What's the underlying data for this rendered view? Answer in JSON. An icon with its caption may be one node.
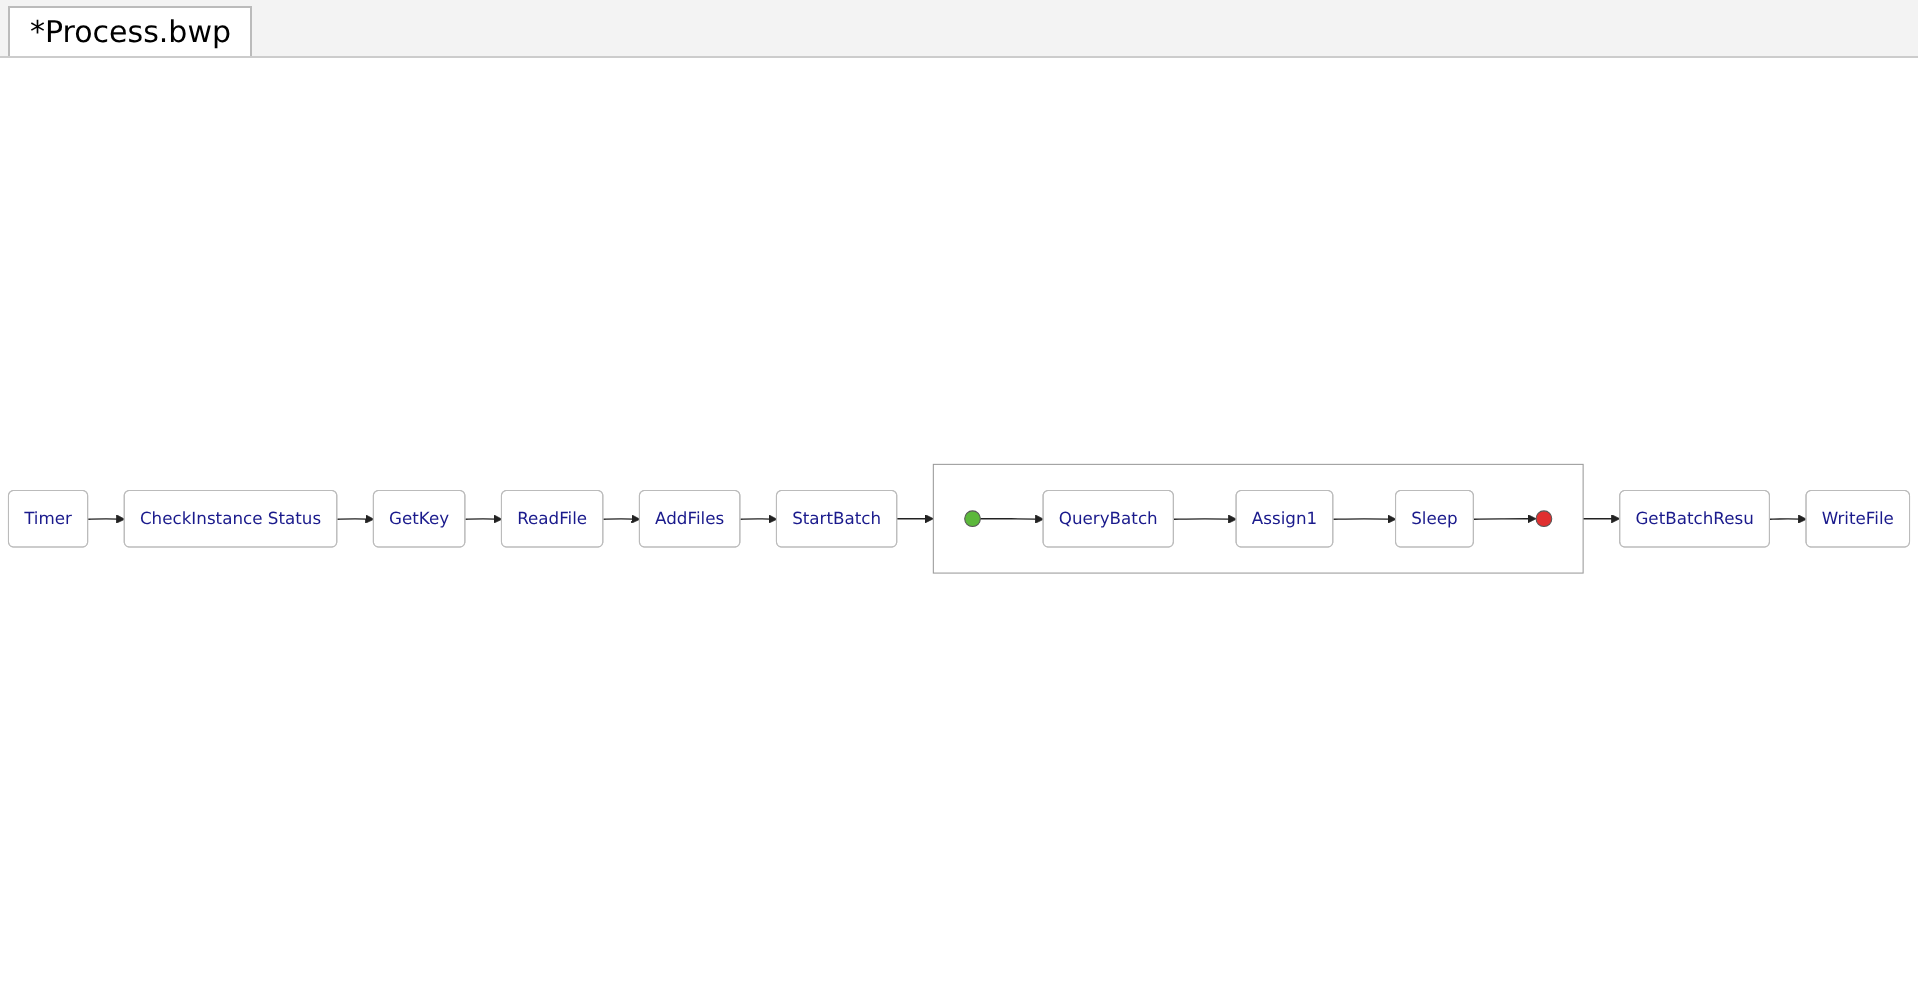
{
  "diagram": {
    "nodes": [
      {
        "text": [
          "Timer"
        ]
      },
      {
        "text": [
          "CheckInstance Status"
        ]
      },
      {
        "text": [
          "GetKey"
        ]
      },
      {
        "text": [
          "ReadFile"
        ]
      },
      {
        "text": [
          "AddFiles"
        ]
      },
      {
        "text": [
          "StartBatch"
        ]
      },
      {
        "text": [
          "WriteFile"
        ]
      },
      {
        "text": [
          "GetBatchResu"
        ]
      },
      {
        "text": [],
        "shape": "box"
      },
      {
        "text": [],
        "shape": "circle",
        "in": 8
      },
      {
        "text": [
          "QueryBatch"
        ],
        "in": 8
      },
      {
        "text": [
          "Assign1"
        ],
        "in": 8
      },
      {
        "text": [
          "Sleep"
        ],
        "in": 8
      },
      {
        "text": [],
        "shape": "circle",
        "in": 8
      }
    ],
    "edges": [
      {
        "from": 0,
        "to": 1,
        "arrow": "to"
      },
      {
        "from": 1,
        "to": 2,
        "arrow": "to"
      },
      {
        "from": 2,
        "to": 3,
        "arrow": "to"
      },
      {
        "from": 3,
        "to": 4,
        "arrow": "to"
      },
      {
        "from": 4,
        "to": 5,
        "arrow": "to"
      },
      {
        "from": 5,
        "to": 8,
        "arrow": "to"
      },
      {
        "from": 9,
        "to": 10,
        "arrow": "to"
      },
      {
        "from": 10,
        "to": 11,
        "arrow": "to"
      },
      {
        "from": 11,
        "to": 12,
        "arrow": "to"
      },
      {
        "from": 12,
        "to": 13,
        "arrow": "to"
      },
      {
        "from": 8,
        "to": 7,
        "arrow": "to"
      },
      {
        "from": 7,
        "to": 6,
        "arrow": "to"
      }
    ],
    "labels": [
      "*Process.bwp"
    ]
  }
}
